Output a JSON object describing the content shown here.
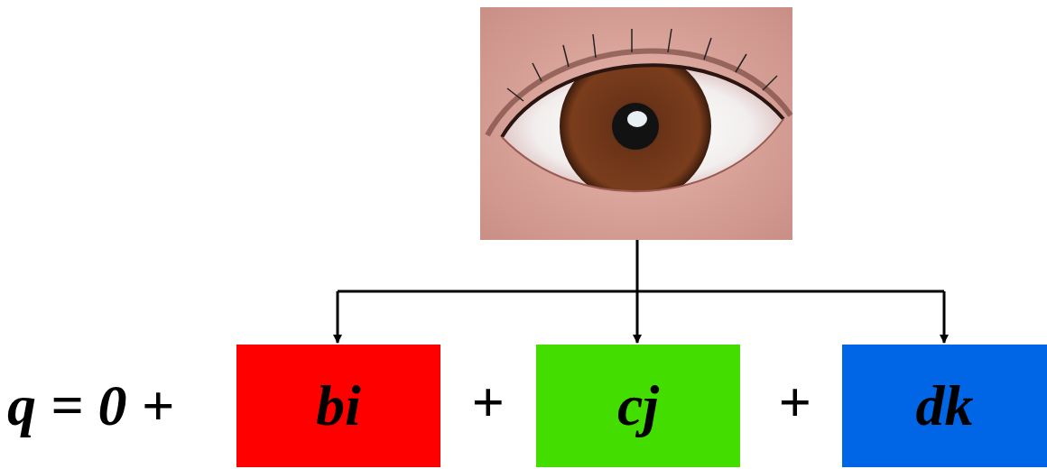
{
  "diagram": {
    "nodes": [
      {
        "text": [
          "bi"
        ]
      },
      {
        "text": [
          "cj"
        ]
      },
      {
        "text": [
          "dk"
        ]
      }
    ],
    "labels": [
      "q = 0 +",
      "+",
      "+"
    ]
  }
}
